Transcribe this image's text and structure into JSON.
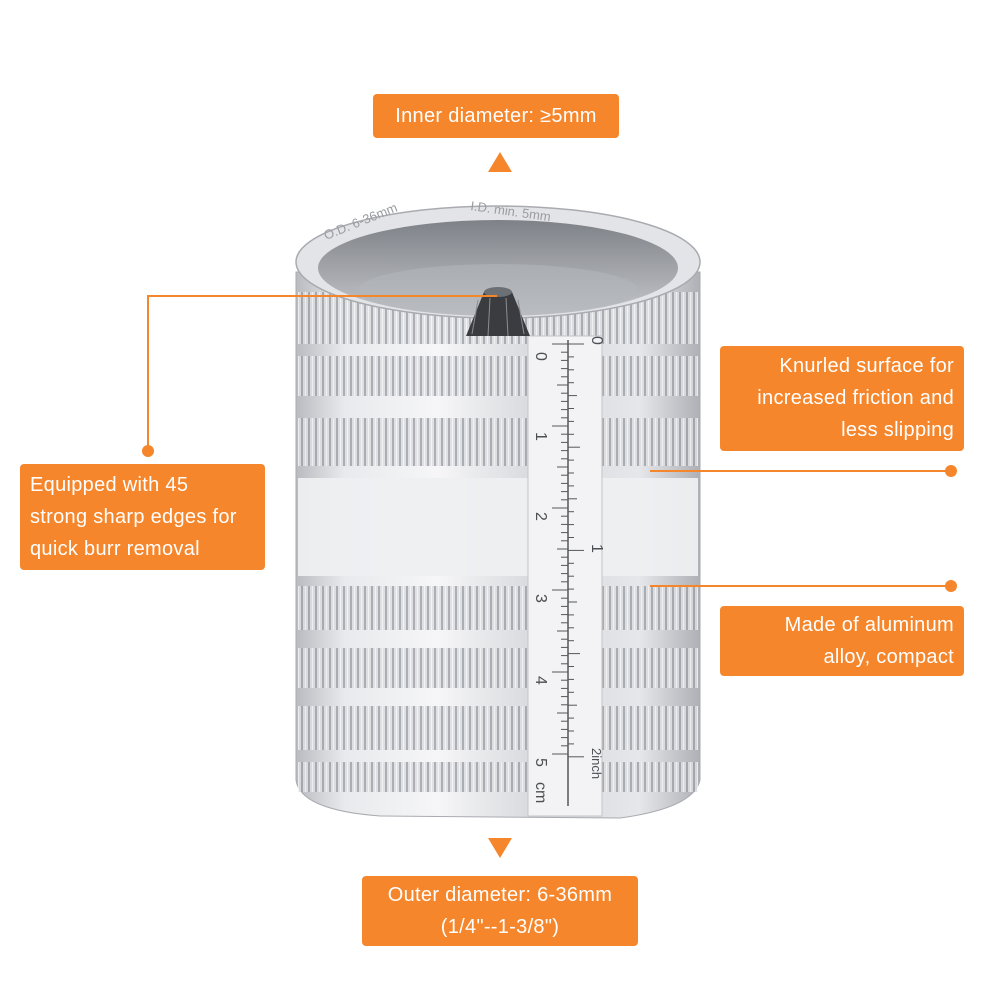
{
  "callouts": {
    "inner_diameter": {
      "lines": [
        "Inner diameter: ≥5mm"
      ]
    },
    "sharp_edges": {
      "lines": [
        "Equipped with 45",
        "strong sharp edges for",
        "quick burr removal"
      ]
    },
    "knurled": {
      "lines": [
        "Knurled surface for",
        "increased friction and",
        "less slipping"
      ]
    },
    "aluminum": {
      "lines": [
        "Made of aluminum",
        "alloy, compact"
      ]
    },
    "outer_diameter": {
      "lines": [
        "Outer diameter: 6-36mm",
        "(1/4\"--1-3/8\")"
      ]
    }
  },
  "product": {
    "engraving_od": "O.D. 6-36mm",
    "engraving_id": "I.D. min. 5mm",
    "cm_scale": [
      "0",
      "1",
      "2",
      "3",
      "4",
      "5"
    ],
    "cm_unit": "cm",
    "inch_scale": [
      "0",
      "1"
    ],
    "inch_unit": "2inch"
  },
  "colors": {
    "accent": "#f5862b",
    "metal": "#d9dadd",
    "metal_dark": "#9a9ca1",
    "background": "#ffffff"
  }
}
